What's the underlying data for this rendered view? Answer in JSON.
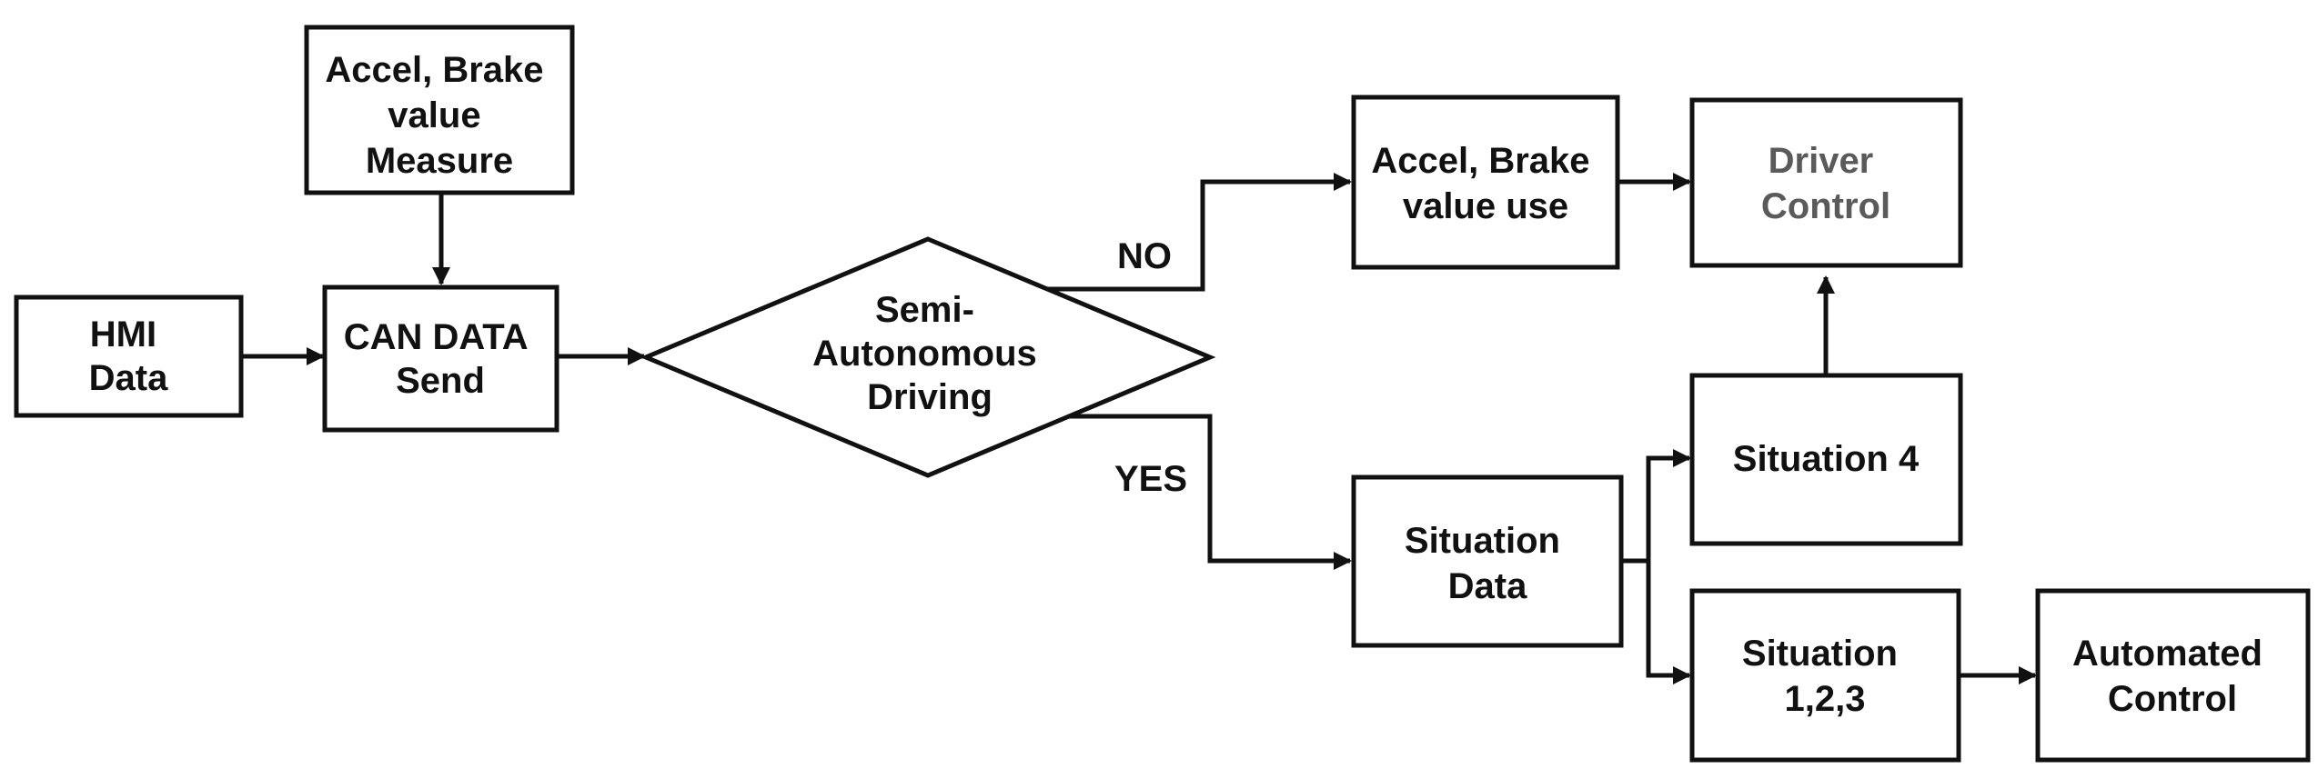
{
  "nodes": {
    "accel_brake_measure": {
      "lines": [
        "Accel, Brake",
        "value",
        "Measure"
      ]
    },
    "hmi_data": {
      "lines": [
        "HMI",
        "Data"
      ]
    },
    "can_data_send": {
      "lines": [
        "CAN DATA",
        "Send"
      ]
    },
    "semi_autonomous_decision": {
      "lines": [
        "Semi-",
        "Autonomous",
        "Driving"
      ]
    },
    "accel_brake_use": {
      "lines": [
        "Accel, Brake",
        "value use"
      ]
    },
    "driver_control": {
      "lines": [
        "Driver",
        "Control"
      ]
    },
    "situation_data": {
      "lines": [
        "Situation",
        "Data"
      ]
    },
    "situation_4": {
      "lines": [
        "Situation 4"
      ]
    },
    "situation_123": {
      "lines": [
        "Situation",
        "1,2,3"
      ]
    },
    "automated_control": {
      "lines": [
        "Automated",
        "Control"
      ]
    }
  },
  "edge_labels": {
    "no": "NO",
    "yes": "YES"
  },
  "colors": {
    "line": "#111111",
    "text": "#111111",
    "muted_text": "#5a5a5a",
    "background": "#ffffff"
  }
}
